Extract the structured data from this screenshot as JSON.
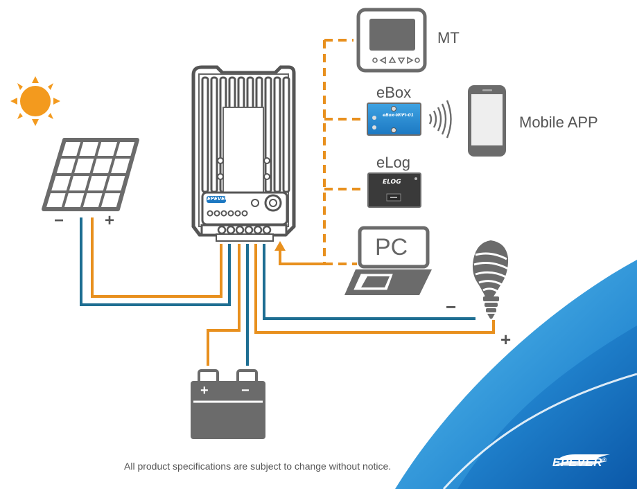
{
  "devices": {
    "mt": {
      "label": "MT"
    },
    "ebox": {
      "label": "eBox",
      "body_text": "eBox-WIFI-01"
    },
    "elog": {
      "label": "eLog",
      "body_text": "ELOG"
    },
    "mobile": {
      "label": "Mobile APP"
    },
    "pc": {
      "label": "PC",
      "screen_text": "PC"
    },
    "controller": {
      "brand": "EPEVER"
    }
  },
  "terminals": {
    "solar_minus": "−",
    "solar_plus": "+",
    "battery_plus": "+",
    "battery_minus": "−",
    "load_minus": "−",
    "load_plus": "+"
  },
  "footer": {
    "notice": "All product specifications are subject to change without notice."
  },
  "logo": {
    "text": "EPEVER",
    "mark": "®"
  },
  "colors": {
    "positive_wire": "#E8901E",
    "negative_wire": "#1E6E92",
    "comm_line": "#E8901E",
    "icon_gray": "#666666",
    "sun": "#F39A1E",
    "brand_blue": "#1C8FD8"
  }
}
